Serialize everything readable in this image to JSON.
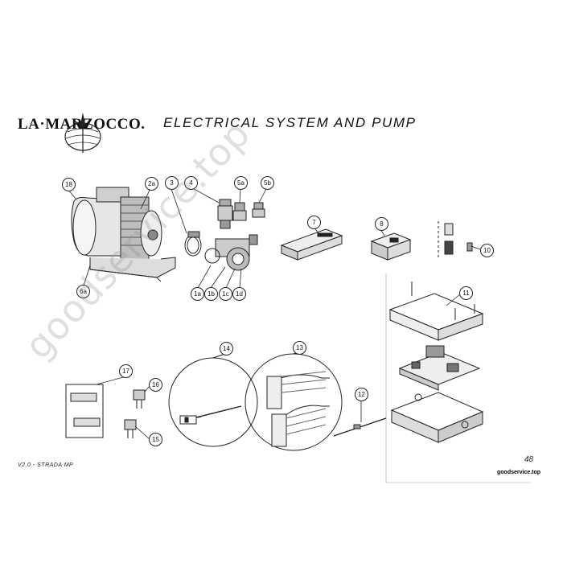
{
  "brand": {
    "logo_text": "LA·MARZOCCO."
  },
  "title": "ELECTRICAL SYSTEM AND PUMP",
  "callouts": {
    "c18": "18",
    "c2a": "2a",
    "c3": "3",
    "c4": "4",
    "c5a": "5a",
    "c5b": "5b",
    "c7": "7",
    "c8": "8",
    "c10": "10",
    "c6a": "6a",
    "c1a": "1a",
    "c1b": "1b",
    "c1c": "1c",
    "c1d": "1d",
    "c11": "11",
    "c14": "14",
    "c13": "13",
    "c17": "17",
    "c16": "16",
    "c15": "15",
    "c12": "12"
  },
  "footer": {
    "model": "V2.0 - STRADA MP",
    "page_number": "48",
    "site": "goodservice.top"
  },
  "watermark": "goodservice.top",
  "colors": {
    "line": "#222222",
    "shade": "#9a9a9a",
    "light": "#d9d9d9",
    "watermark": "#8c8c8c"
  }
}
